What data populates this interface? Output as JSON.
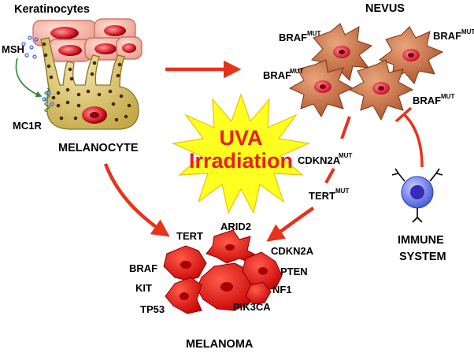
{
  "normal": {
    "keratinocytes": "Keratinocytes",
    "msh": "MSH",
    "mc1r": "MC1R",
    "melanocyte": "MELANOCYTE"
  },
  "nevus": {
    "title": "NEVUS",
    "gene": "BRAF",
    "mut": "MUT"
  },
  "uva": {
    "line1": "UVA",
    "line2": "Irradiation"
  },
  "path_mutations": [
    {
      "gene": "CDKN2A",
      "mut": "MUT"
    },
    {
      "gene": "TERT",
      "mut": "MUT"
    }
  ],
  "immune": {
    "line1": "IMMUNE",
    "line2": "SYSTEM"
  },
  "melanoma": {
    "title": "MELANOMA",
    "genes": [
      "TERT",
      "ARID2",
      "CDKN2A",
      "PTEN",
      "NF1",
      "PIK3CA",
      "BRAF",
      "KIT",
      "TP53"
    ]
  },
  "colors": {
    "arrow": "#e8321c",
    "keratinocyte": "#f4b3a4",
    "melanocyte": "#d7c36a",
    "nevus_cell": "#c0683b",
    "melanoma_cell": "#e01010",
    "sun": "#ffff20",
    "uva_text": "#e8201c",
    "immune_cell": "#5a6fe8"
  }
}
